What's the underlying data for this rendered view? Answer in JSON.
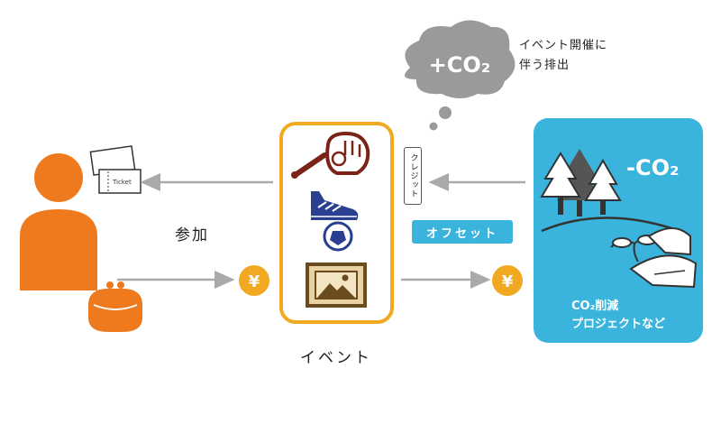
{
  "cloud": {
    "label": "+CO₂",
    "note": "イベント開催に\n伴う排出"
  },
  "offset_box": {
    "label": "-CO₂",
    "project_line1": "CO₂削減",
    "project_line2": "プロジェクトなど"
  },
  "flow": {
    "credit": "クレジット",
    "offset": "オフセット",
    "join": "参加",
    "event": "イベント",
    "currency": "¥"
  },
  "ticket": {
    "text": "Ticket"
  },
  "colors": {
    "orange": "#ee7a1d",
    "sky": "#3ab4dc",
    "gold": "#f0a920",
    "cloud": "#9a9a9a",
    "arrow": "#aaaaaa"
  }
}
